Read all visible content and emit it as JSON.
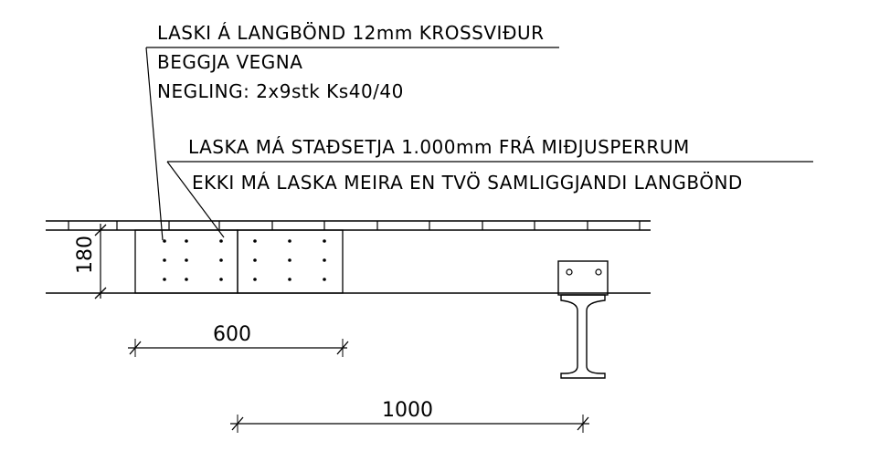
{
  "notes": {
    "splice_line1": "LASKI Á LANGBÖND 12mm KROSSVIÐUR",
    "splice_line2": "BEGGJA VEGNA",
    "splice_line3": "NEGLING: 2x9stk Ks40/40",
    "location_line1": "LASKA MÁ STAÐSETJA 1.000mm FRÁ MIÐJUSPERRUM",
    "location_line2": "EKKI MÁ LASKA MEIRA EN TVÖ SAMLIGGJANDI LANGBÖND"
  },
  "dimensions": {
    "height": "180",
    "plate_length": "600",
    "offset": "1000"
  }
}
